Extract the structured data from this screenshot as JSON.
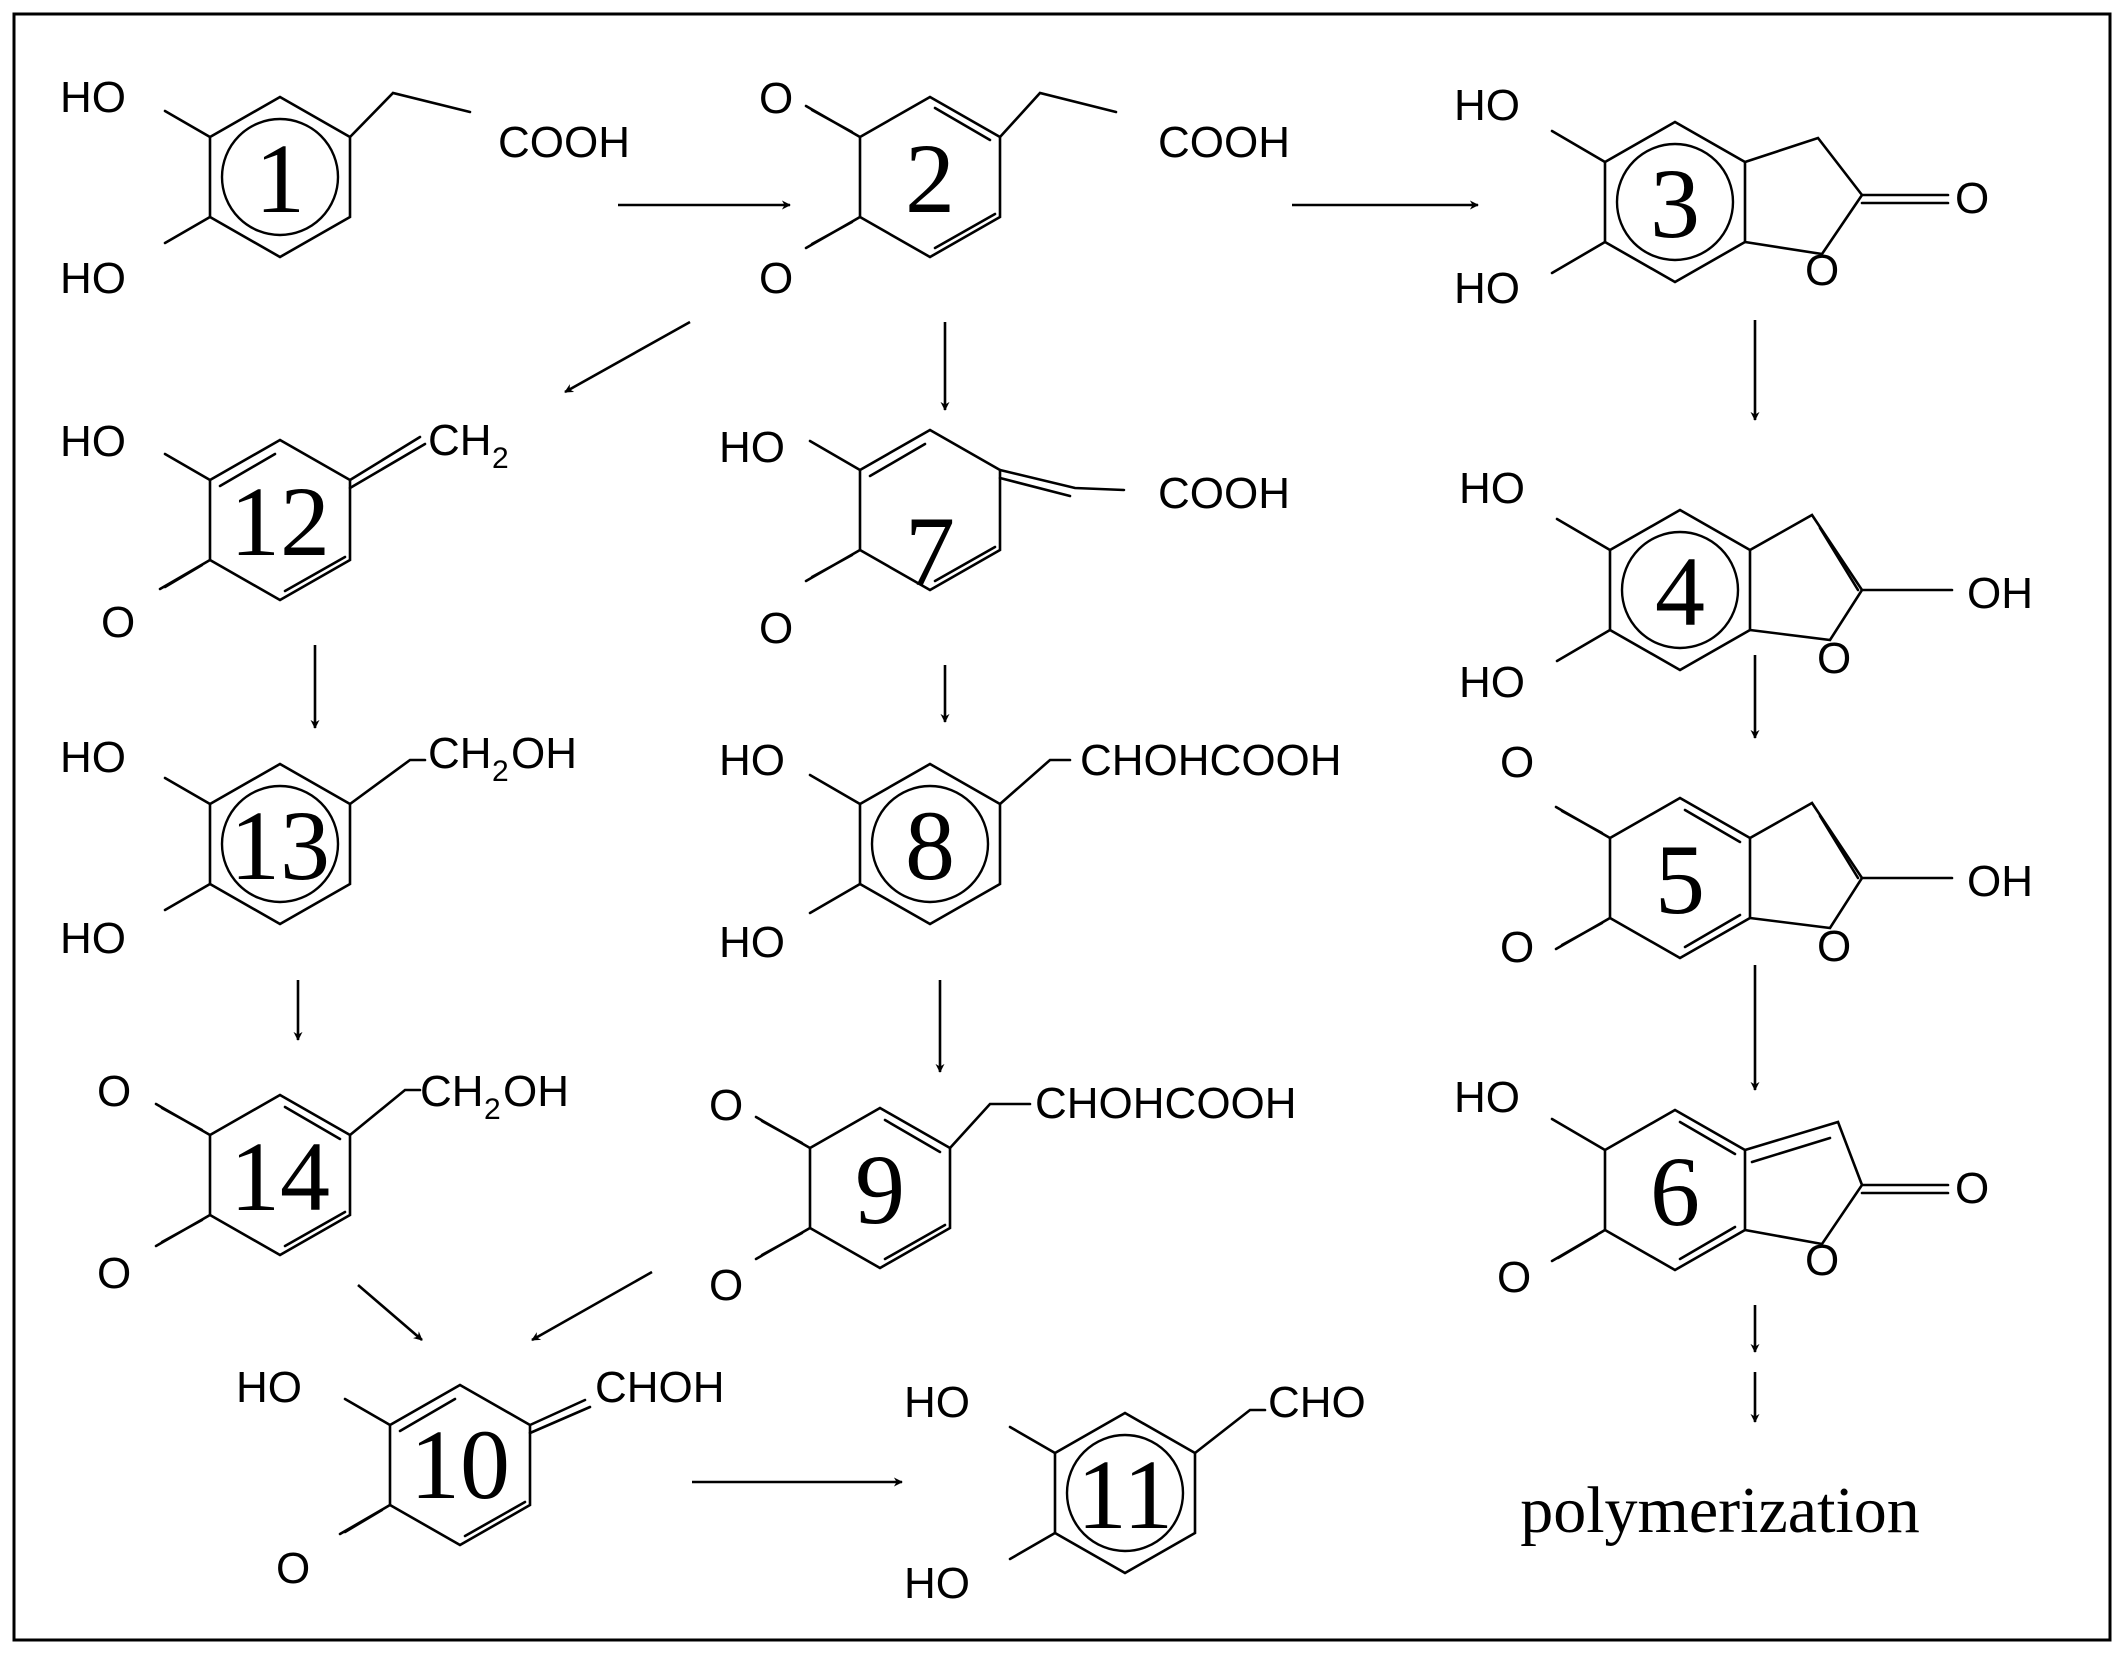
{
  "figure": {
    "compounds": [
      {
        "id": "c1",
        "number": "1",
        "labels": [
          "HO",
          "HO",
          "COOH"
        ]
      },
      {
        "id": "c2",
        "number": "2",
        "labels": [
          "O",
          "O",
          "COOH"
        ]
      },
      {
        "id": "c3",
        "number": "3",
        "labels": [
          "HO",
          "HO",
          "O",
          "O"
        ]
      },
      {
        "id": "c4",
        "number": "4",
        "labels": [
          "HO",
          "HO",
          "O",
          "OH"
        ]
      },
      {
        "id": "c5",
        "number": "5",
        "labels": [
          "O",
          "O",
          "O",
          "OH"
        ]
      },
      {
        "id": "c6",
        "number": "6",
        "labels": [
          "HO",
          "O",
          "O",
          "O"
        ]
      },
      {
        "id": "c7",
        "number": "7",
        "labels": [
          "HO",
          "O",
          "COOH"
        ]
      },
      {
        "id": "c8",
        "number": "8",
        "labels": [
          "HO",
          "HO",
          "CHOHCOOH"
        ]
      },
      {
        "id": "c9",
        "number": "9",
        "labels": [
          "O",
          "O",
          "CHOHCOOH"
        ]
      },
      {
        "id": "c10",
        "number": "10",
        "labels": [
          "HO",
          "O",
          "CHOH"
        ]
      },
      {
        "id": "c11",
        "number": "11",
        "labels": [
          "HO",
          "HO",
          "CHO"
        ]
      },
      {
        "id": "c12",
        "number": "12",
        "labels": [
          "HO",
          "O",
          "CH",
          "2"
        ]
      },
      {
        "id": "c13",
        "number": "13",
        "labels": [
          "HO",
          "HO",
          "CH",
          "2",
          "OH"
        ]
      },
      {
        "id": "c14",
        "number": "14",
        "labels": [
          "O",
          "O",
          "CH",
          "2",
          "OH"
        ]
      }
    ],
    "final_label": "polymerization"
  }
}
